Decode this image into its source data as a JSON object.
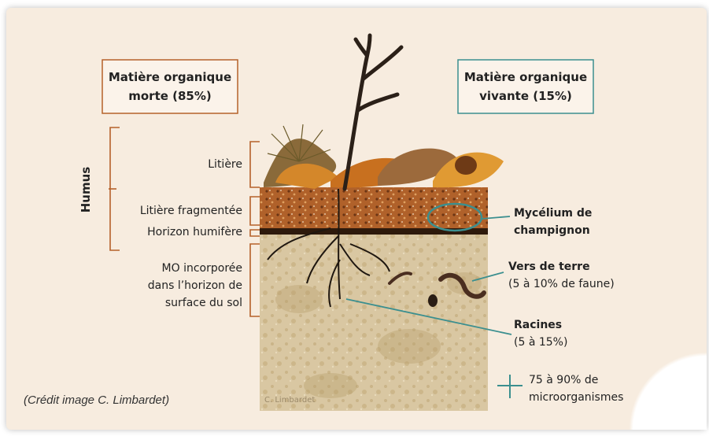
{
  "boxes": {
    "dead": {
      "line1": "Matière organique",
      "line2": "morte (85%)",
      "color": "#b5612a"
    },
    "living": {
      "line1": "Matière organique",
      "line2": "vivante (15%)",
      "color": "#3b8f8f"
    }
  },
  "left_labels": {
    "humus": "Humus",
    "litiere": "Litière",
    "litiere_fragmentee": "Litière fragmentée",
    "horizon_humifere": "Horizon humifère",
    "mo_line1": "MO incorporée",
    "mo_line2": "dans l’horizon de",
    "mo_line3": "surface du sol"
  },
  "right_labels": {
    "mycelium_line1": "Mycélium de",
    "mycelium_line2": "champignon",
    "vers_title": "Vers de terre",
    "vers_sub": "(5 à 10% de faune)",
    "racines_title": "Racines",
    "racines_sub": "(5 à 15%)",
    "micro_line1": "75 à 90% de",
    "micro_line2": "microorganismes"
  },
  "credit": "(Crédit image C. Limbardet)",
  "signature": "C. Limbardet",
  "colors": {
    "bracket": "#b5612a",
    "pointer": "#3b8f8f",
    "soil": "#d7c49f",
    "litter": "#a4531e"
  }
}
